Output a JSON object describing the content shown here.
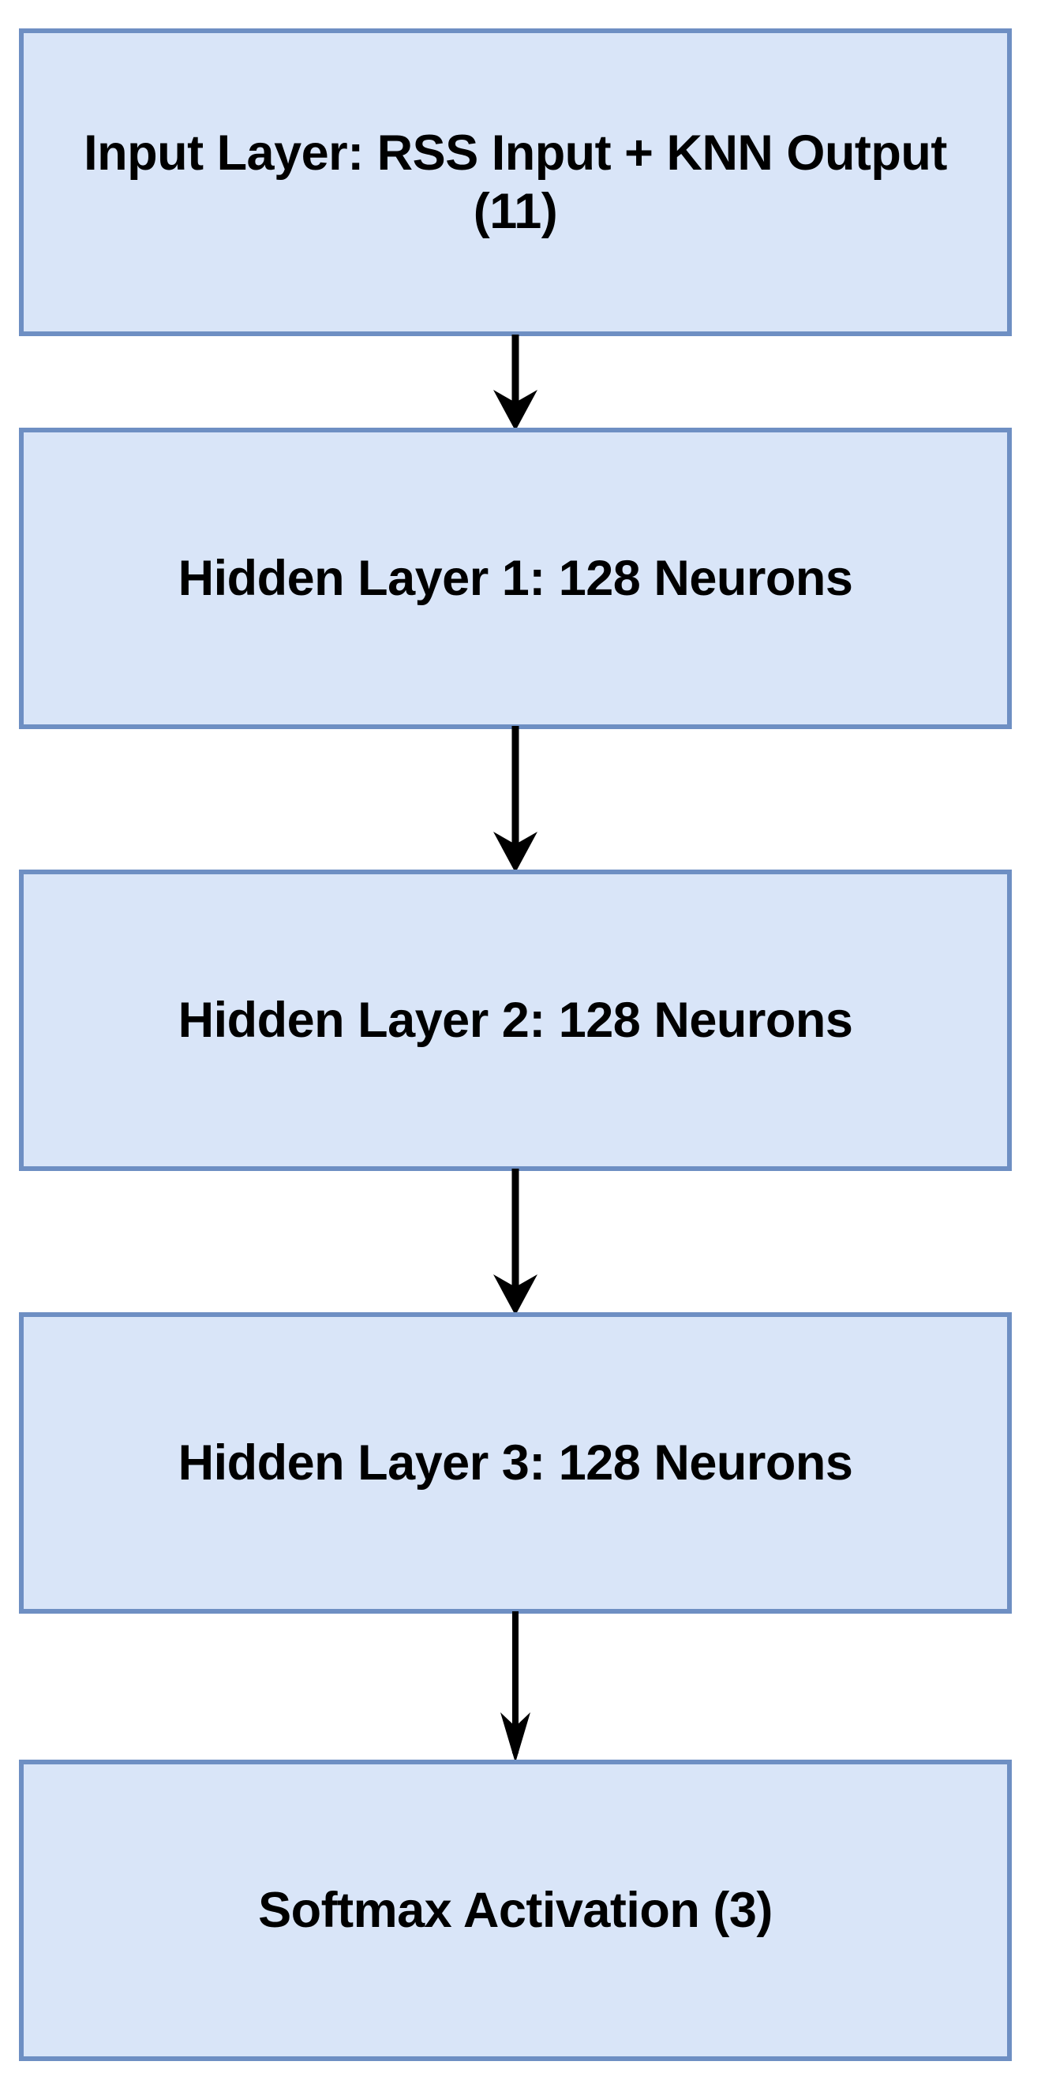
{
  "diagram": {
    "type": "flowchart",
    "orientation": "top-to-bottom",
    "title": "Neural Network Architecture Flowchart",
    "colors": {
      "node_fill": "#d9e5f8",
      "node_border": "#6e8fc3",
      "text": "#000000",
      "arrow": "#000000",
      "background": "#ffffff"
    },
    "nodes": [
      {
        "id": "input-layer",
        "label": "Input Layer: RSS Input + KNN Output (11)",
        "lines": [
          "Input Layer: RSS Input + KNN",
          "Output (11)"
        ],
        "neurons": 11
      },
      {
        "id": "hidden-layer-1",
        "label": "Hidden Layer 1: 128 Neurons",
        "lines": [
          "Hidden Layer 1: 128 Neurons"
        ],
        "neurons": 128
      },
      {
        "id": "hidden-layer-2",
        "label": "Hidden Layer 2: 128 Neurons",
        "lines": [
          "Hidden Layer 2: 128 Neurons"
        ],
        "neurons": 128
      },
      {
        "id": "hidden-layer-3",
        "label": "Hidden Layer 3: 128 Neurons",
        "lines": [
          "Hidden Layer 3: 128 Neurons"
        ],
        "neurons": 128
      },
      {
        "id": "softmax-activation",
        "label": "Softmax Activation (3)",
        "lines": [
          "Softmax Activation (3)"
        ],
        "neurons": 3
      }
    ],
    "edges": [
      {
        "id": "edge-1",
        "from": "input-layer",
        "to": "hidden-layer-1",
        "label": "",
        "arrowhead": "filled-barbed"
      },
      {
        "id": "edge-2",
        "from": "hidden-layer-1",
        "to": "hidden-layer-2",
        "label": "",
        "arrowhead": "filled-barbed"
      },
      {
        "id": "edge-3",
        "from": "hidden-layer-2",
        "to": "hidden-layer-3",
        "label": "",
        "arrowhead": "filled-barbed"
      },
      {
        "id": "edge-4",
        "from": "hidden-layer-3",
        "to": "softmax-activation",
        "label": "",
        "arrowhead": "filled-barbed"
      }
    ]
  }
}
